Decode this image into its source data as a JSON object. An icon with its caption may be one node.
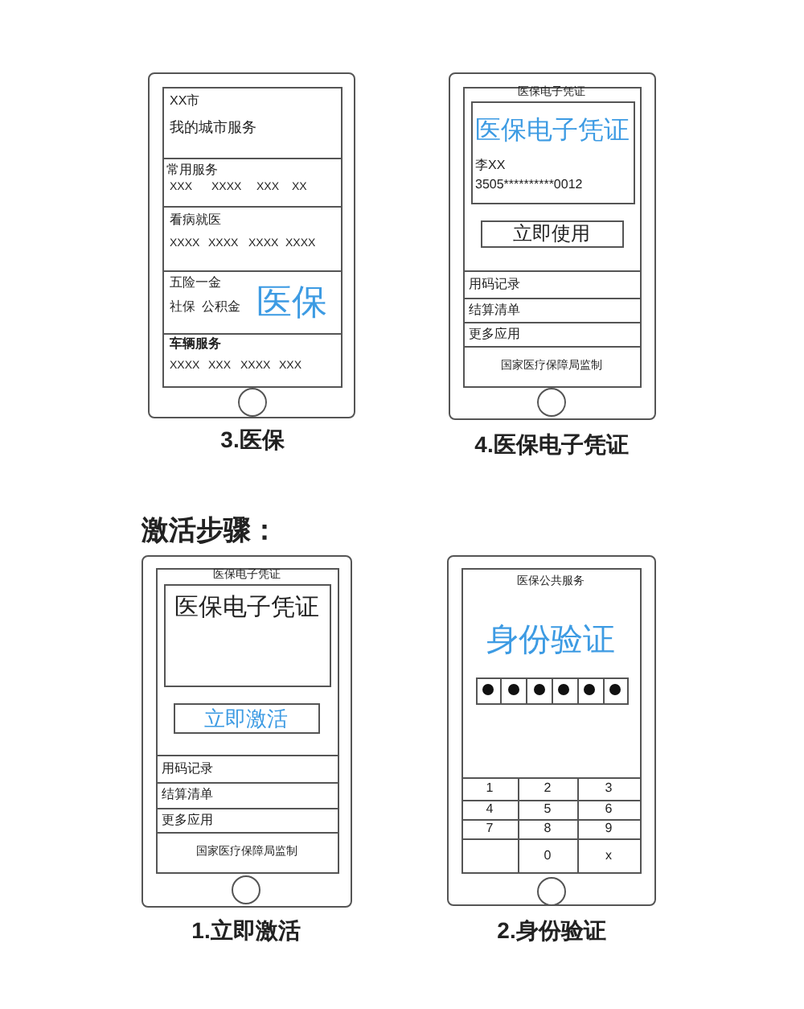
{
  "diagram": {
    "title": "激活步骤：",
    "nodes": [
      {
        "text": [],
        "shape": "phone",
        "beside": [
          "3.医保"
        ]
      },
      {
        "text": [
          "XX市",
          "我的城市服务"
        ],
        "in": 0
      },
      {
        "text": [
          "常用服务",
          "XXX",
          "XXXX",
          "XXX",
          "XX"
        ],
        "in": 0
      },
      {
        "text": [
          "看病就医",
          "XXXX",
          "XXXX",
          "XXXX",
          "XXXX"
        ],
        "in": 0
      },
      {
        "text": [
          "五险一金",
          "社保",
          "公积金",
          "医保"
        ],
        "in": 0
      },
      {
        "text": [
          "车辆服务",
          "XXXX",
          "XXX",
          "XXXX",
          "XXX"
        ],
        "in": 0
      },
      {
        "text": [
          "医保电子凭证"
        ],
        "beside": [
          "4.医保电子凭证"
        ]
      },
      {
        "text": [
          "医保电子凭证",
          "李XX",
          "3505**********0012"
        ],
        "in": 6
      },
      {
        "text": [
          "立即使用"
        ],
        "in": 6
      },
      {
        "text": [
          "用码记录"
        ],
        "in": 6
      },
      {
        "text": [
          "结算清单"
        ],
        "in": 6
      },
      {
        "text": [
          "更多应用"
        ],
        "in": 6
      },
      {
        "text": [
          "国家医疗保障局监制"
        ],
        "in": 6
      },
      {
        "text": [
          "医保电子凭证"
        ],
        "beside": [
          "1.立即激活"
        ]
      },
      {
        "text": [
          "医保电子凭证"
        ],
        "in": 13
      },
      {
        "text": [
          "立即激活"
        ],
        "in": 13
      },
      {
        "text": [
          "用码记录"
        ],
        "in": 13
      },
      {
        "text": [
          "结算清单"
        ],
        "in": 13
      },
      {
        "text": [
          "更多应用"
        ],
        "in": 13
      },
      {
        "text": [
          "国家医疗保障局监制"
        ],
        "in": 13
      },
      {
        "text": [
          "医保公共服务",
          "身份验证"
        ],
        "beside": [
          "2.身份验证"
        ]
      },
      {
        "text": [],
        "shape": "box",
        "in": 20
      },
      {
        "text": [],
        "shape": "circle",
        "in": 21
      },
      {
        "text": [],
        "shape": "circle",
        "in": 21
      },
      {
        "text": [],
        "shape": "circle",
        "in": 21
      },
      {
        "text": [],
        "shape": "circle",
        "in": 21
      },
      {
        "text": [],
        "shape": "circle",
        "in": 21
      },
      {
        "text": [],
        "shape": "circle",
        "in": 21
      },
      {
        "text": [],
        "shape": "box",
        "in": 20
      },
      {
        "text": [
          "1"
        ],
        "in": 28
      },
      {
        "text": [
          "2"
        ],
        "in": 28
      },
      {
        "text": [
          "3"
        ],
        "in": 28
      },
      {
        "text": [
          "4"
        ],
        "in": 28
      },
      {
        "text": [
          "5"
        ],
        "in": 28
      },
      {
        "text": [
          "6"
        ],
        "in": 28
      },
      {
        "text": [
          "7"
        ],
        "in": 28
      },
      {
        "text": [
          "8"
        ],
        "in": 28
      },
      {
        "text": [
          "9"
        ],
        "in": 28
      },
      {
        "text": [
          "0"
        ],
        "in": 28
      },
      {
        "text": [
          "x"
        ],
        "in": 28
      }
    ]
  }
}
